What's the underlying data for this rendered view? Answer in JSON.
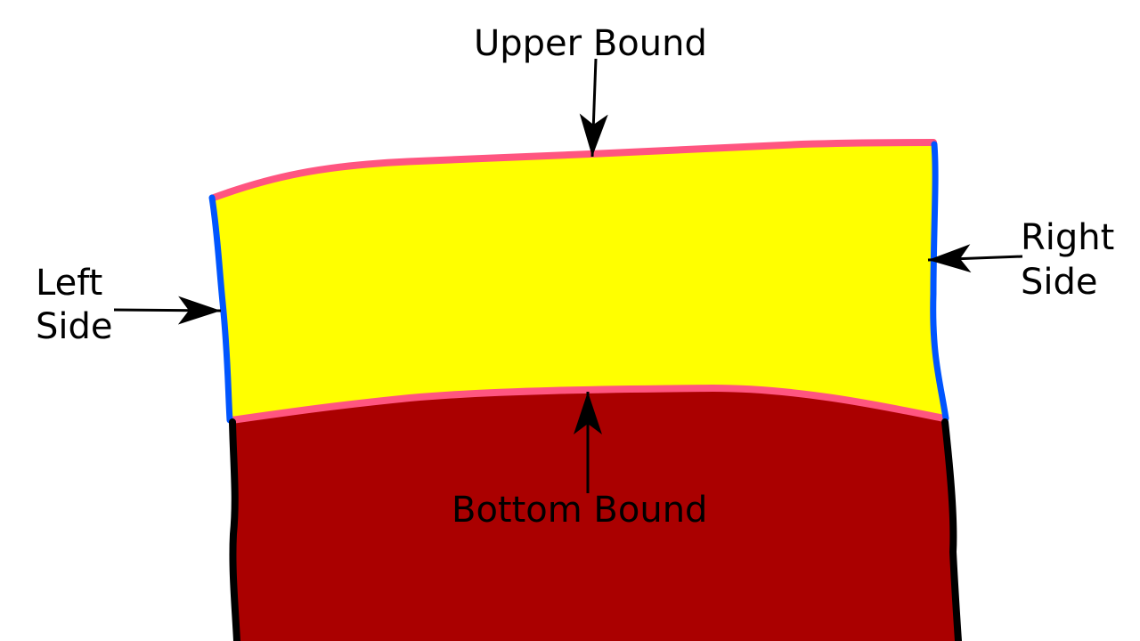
{
  "labels": {
    "upper": "Upper Bound",
    "bottom": "Bottom Bound",
    "left_line1": "Left",
    "left_line2": "Side",
    "right_line1": "Right",
    "right_line2": "Side"
  },
  "colors": {
    "yellow_region": "#ffff00",
    "red_region": "#aa0000",
    "bound_lines": "#ff5580",
    "side_lines": "#0055ff",
    "lower_side_lines": "#000000",
    "arrows": "#000000",
    "background": "#ffffff"
  }
}
